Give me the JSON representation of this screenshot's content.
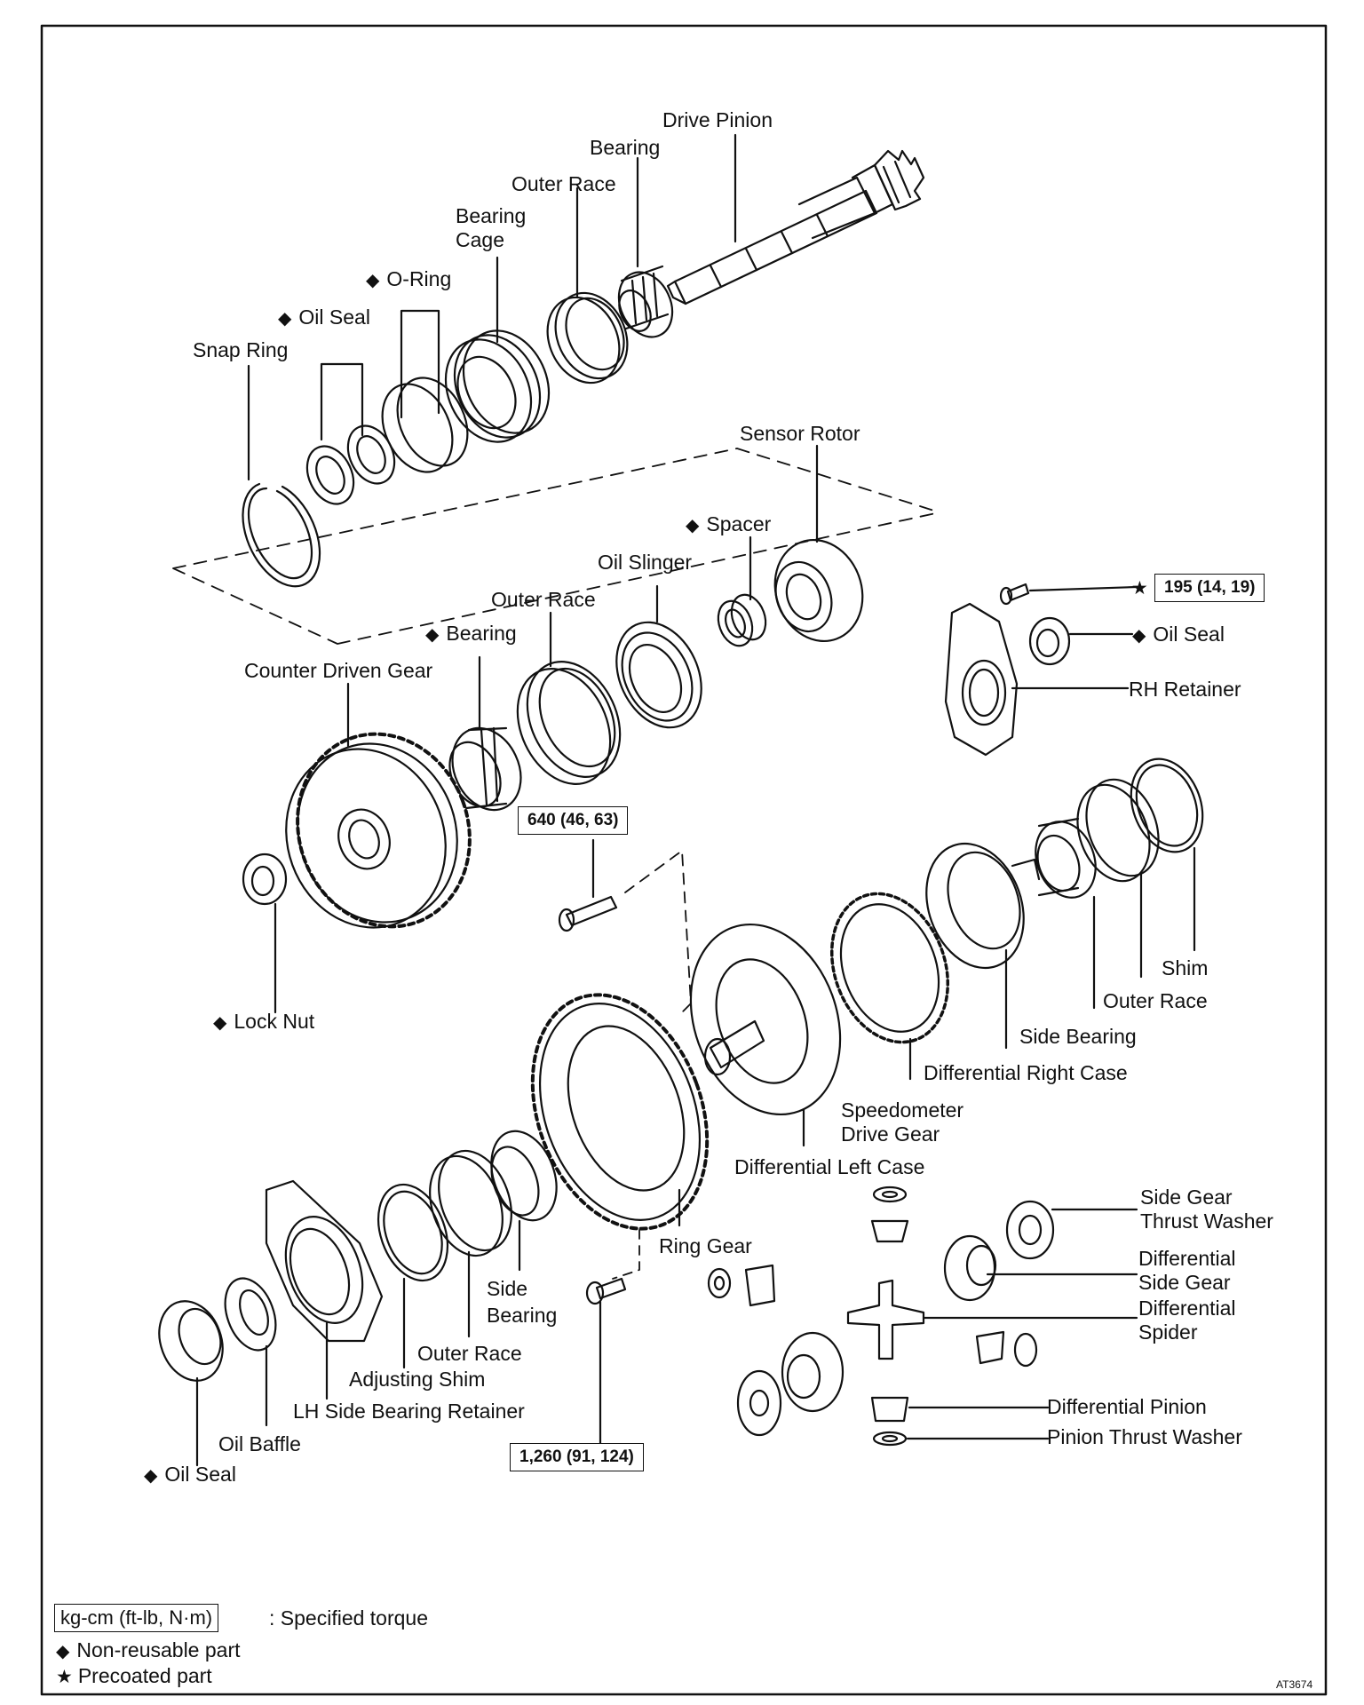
{
  "labels": {
    "drive_pinion": "Drive Pinion",
    "bearing_top": "Bearing",
    "outer_race_top": "Outer Race",
    "bearing_cage_1": "Bearing",
    "bearing_cage_2": "Cage",
    "o_ring": "O-Ring",
    "oil_seal_top": "Oil Seal",
    "snap_ring": "Snap Ring",
    "sensor_rotor": "Sensor Rotor",
    "spacer": "Spacer",
    "oil_slinger": "Oil Slinger",
    "outer_race_mid": "Outer Race",
    "bearing_mid": "Bearing",
    "counter_driven_gear": "Counter Driven Gear",
    "lock_nut": "Lock Nut",
    "oil_seal_right": "Oil Seal",
    "rh_retainer": "RH Retainer",
    "shim": "Shim",
    "outer_race_right": "Outer Race",
    "side_bearing_right": "Side Bearing",
    "diff_right_case": "Differential Right Case",
    "speedo_1": "Speedometer",
    "speedo_2": "Drive Gear",
    "diff_left_case": "Differential Left Case",
    "ring_gear": "Ring Gear",
    "side_bearing_1": "Side",
    "side_bearing_2": "Bearing",
    "outer_race_low": "Outer Race",
    "adjusting_shim": "Adjusting Shim",
    "lh_retainer": "LH Side Bearing Retainer",
    "oil_baffle": "Oil Baffle",
    "oil_seal_low": "Oil Seal",
    "sg_thrust_1": "Side Gear",
    "sg_thrust_2": "Thrust Washer",
    "diff_side_gear_1": "Differential",
    "diff_side_gear_2": "Side Gear",
    "diff_spider_1": "Differential",
    "diff_spider_2": "Spider",
    "diff_pinion": "Differential Pinion",
    "pinion_thrust": "Pinion Thrust Washer"
  },
  "torque": {
    "rh_retainer_bolt": "195 (14, 19)",
    "counter_bolt": "640 (46, 63)",
    "ring_gear_bolt": "1,260 (91, 124)"
  },
  "legend": {
    "unit_box": "kg-cm (ft-lb, N·m)",
    "unit_text": ": Specified torque",
    "non_reusable": "Non-reusable part",
    "precoated": "Precoated part"
  },
  "figure_code": "AT3674"
}
